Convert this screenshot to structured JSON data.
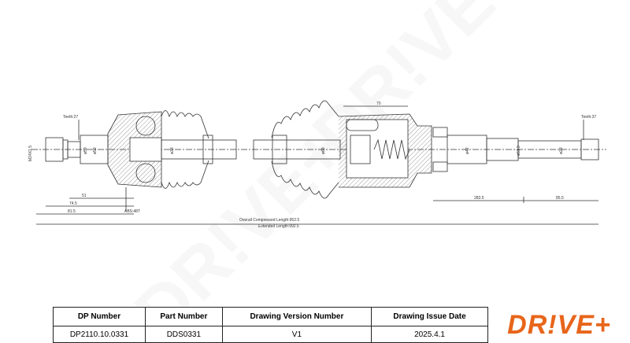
{
  "drawing": {
    "labels": {
      "teeth_left": "Teeth:27",
      "teeth_right": "Teeth:37",
      "thread": "M24X1.5",
      "abs": "ABS:48T",
      "dim_70": "70",
      "dim_51": "51",
      "dim_745": "74.5",
      "dim_815": "81.5",
      "dim_2835": "283.5",
      "dim_855": "85.5",
      "d1": "ø59",
      "d2": "ø59",
      "d3": "ø38",
      "d4": "ø69",
      "d5": "ø42",
      "d6": "ø51.9",
      "d7": "ø29",
      "overall": "Overall Compressed Length:952.5",
      "extended": "Extended Length:992.5"
    },
    "watermark": "DR!VE+"
  },
  "table": {
    "headers": [
      "DP Number",
      "Part Number",
      "Drawing Version Number",
      "Drawing Issue Date"
    ],
    "values": [
      "DP2110.10.0331",
      "DDS0331",
      "V1",
      "2025.4.1"
    ]
  },
  "logo": "DR!VE+",
  "colors": {
    "brand": "#e8651a",
    "line": "#333333"
  }
}
